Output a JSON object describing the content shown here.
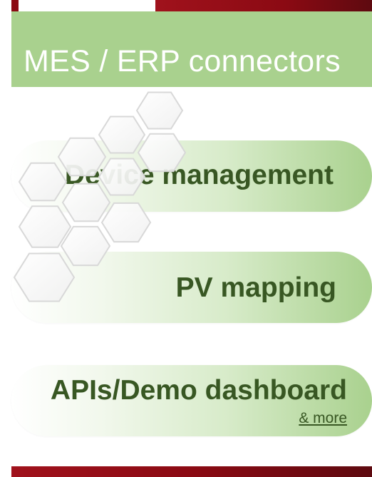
{
  "header": {
    "title": "MES / ERP connectors"
  },
  "pills": [
    {
      "label": "Device management"
    },
    {
      "label": "PV mapping"
    },
    {
      "label": "APIs/Demo dashboard",
      "link": "& more"
    }
  ],
  "colors": {
    "header_green": "#a9d18e",
    "label_green": "#385723",
    "accent_red": "#8b0a13",
    "white": "#ffffff"
  },
  "decoration": {
    "icon": "hexagon-cluster-icon"
  }
}
